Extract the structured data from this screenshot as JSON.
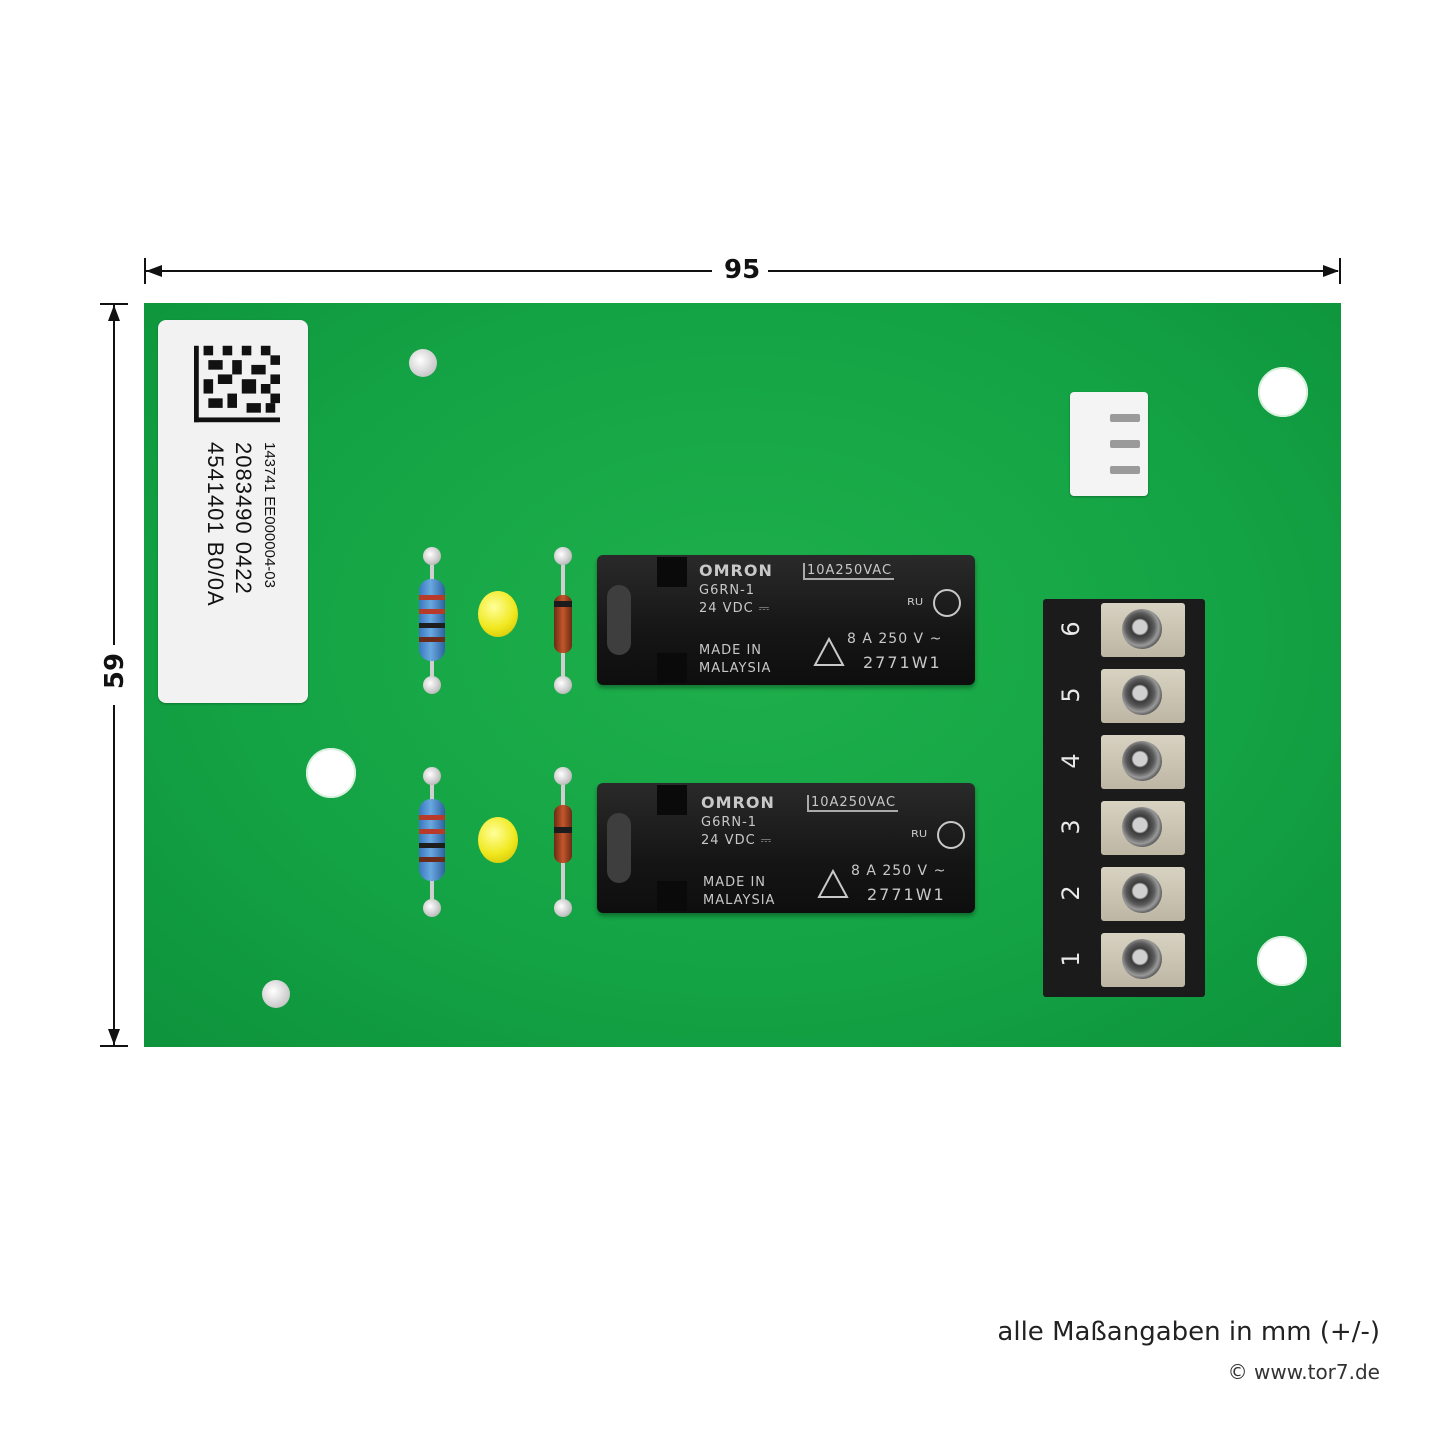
{
  "dimensions": {
    "width_label": "95",
    "height_label": "59"
  },
  "sticker": {
    "lines": [
      "143741 EE000004-03",
      "2083490  0422",
      "4541401 B0/0A"
    ]
  },
  "relays": [
    {
      "brand": "OMRON",
      "model": "G6RN-1",
      "voltage": "24 VDC ⎓",
      "rating_top": "10A250VAC",
      "rating_bottom": "8 A 250 V ~",
      "made_line1": "MADE IN",
      "made_line2": "MALAYSIA",
      "code": "2771W1"
    },
    {
      "brand": "OMRON",
      "model": "G6RN-1",
      "voltage": "24 VDC ⎓",
      "rating_top": "10A250VAC",
      "rating_bottom": "8 A 250 V ~",
      "made_line1": "MADE IN",
      "made_line2": "MALAYSIA",
      "code": "2771W1"
    }
  ],
  "terminal_numbers": [
    "6",
    "5",
    "4",
    "3",
    "2",
    "1"
  ],
  "footer": {
    "note": "alle Maßangaben in mm (+/-)",
    "copyright": "© www.tor7.de"
  },
  "colors": {
    "pcb_green": "#14a445",
    "relay_black": "#151515",
    "led_yellow": "#f0e81e"
  }
}
